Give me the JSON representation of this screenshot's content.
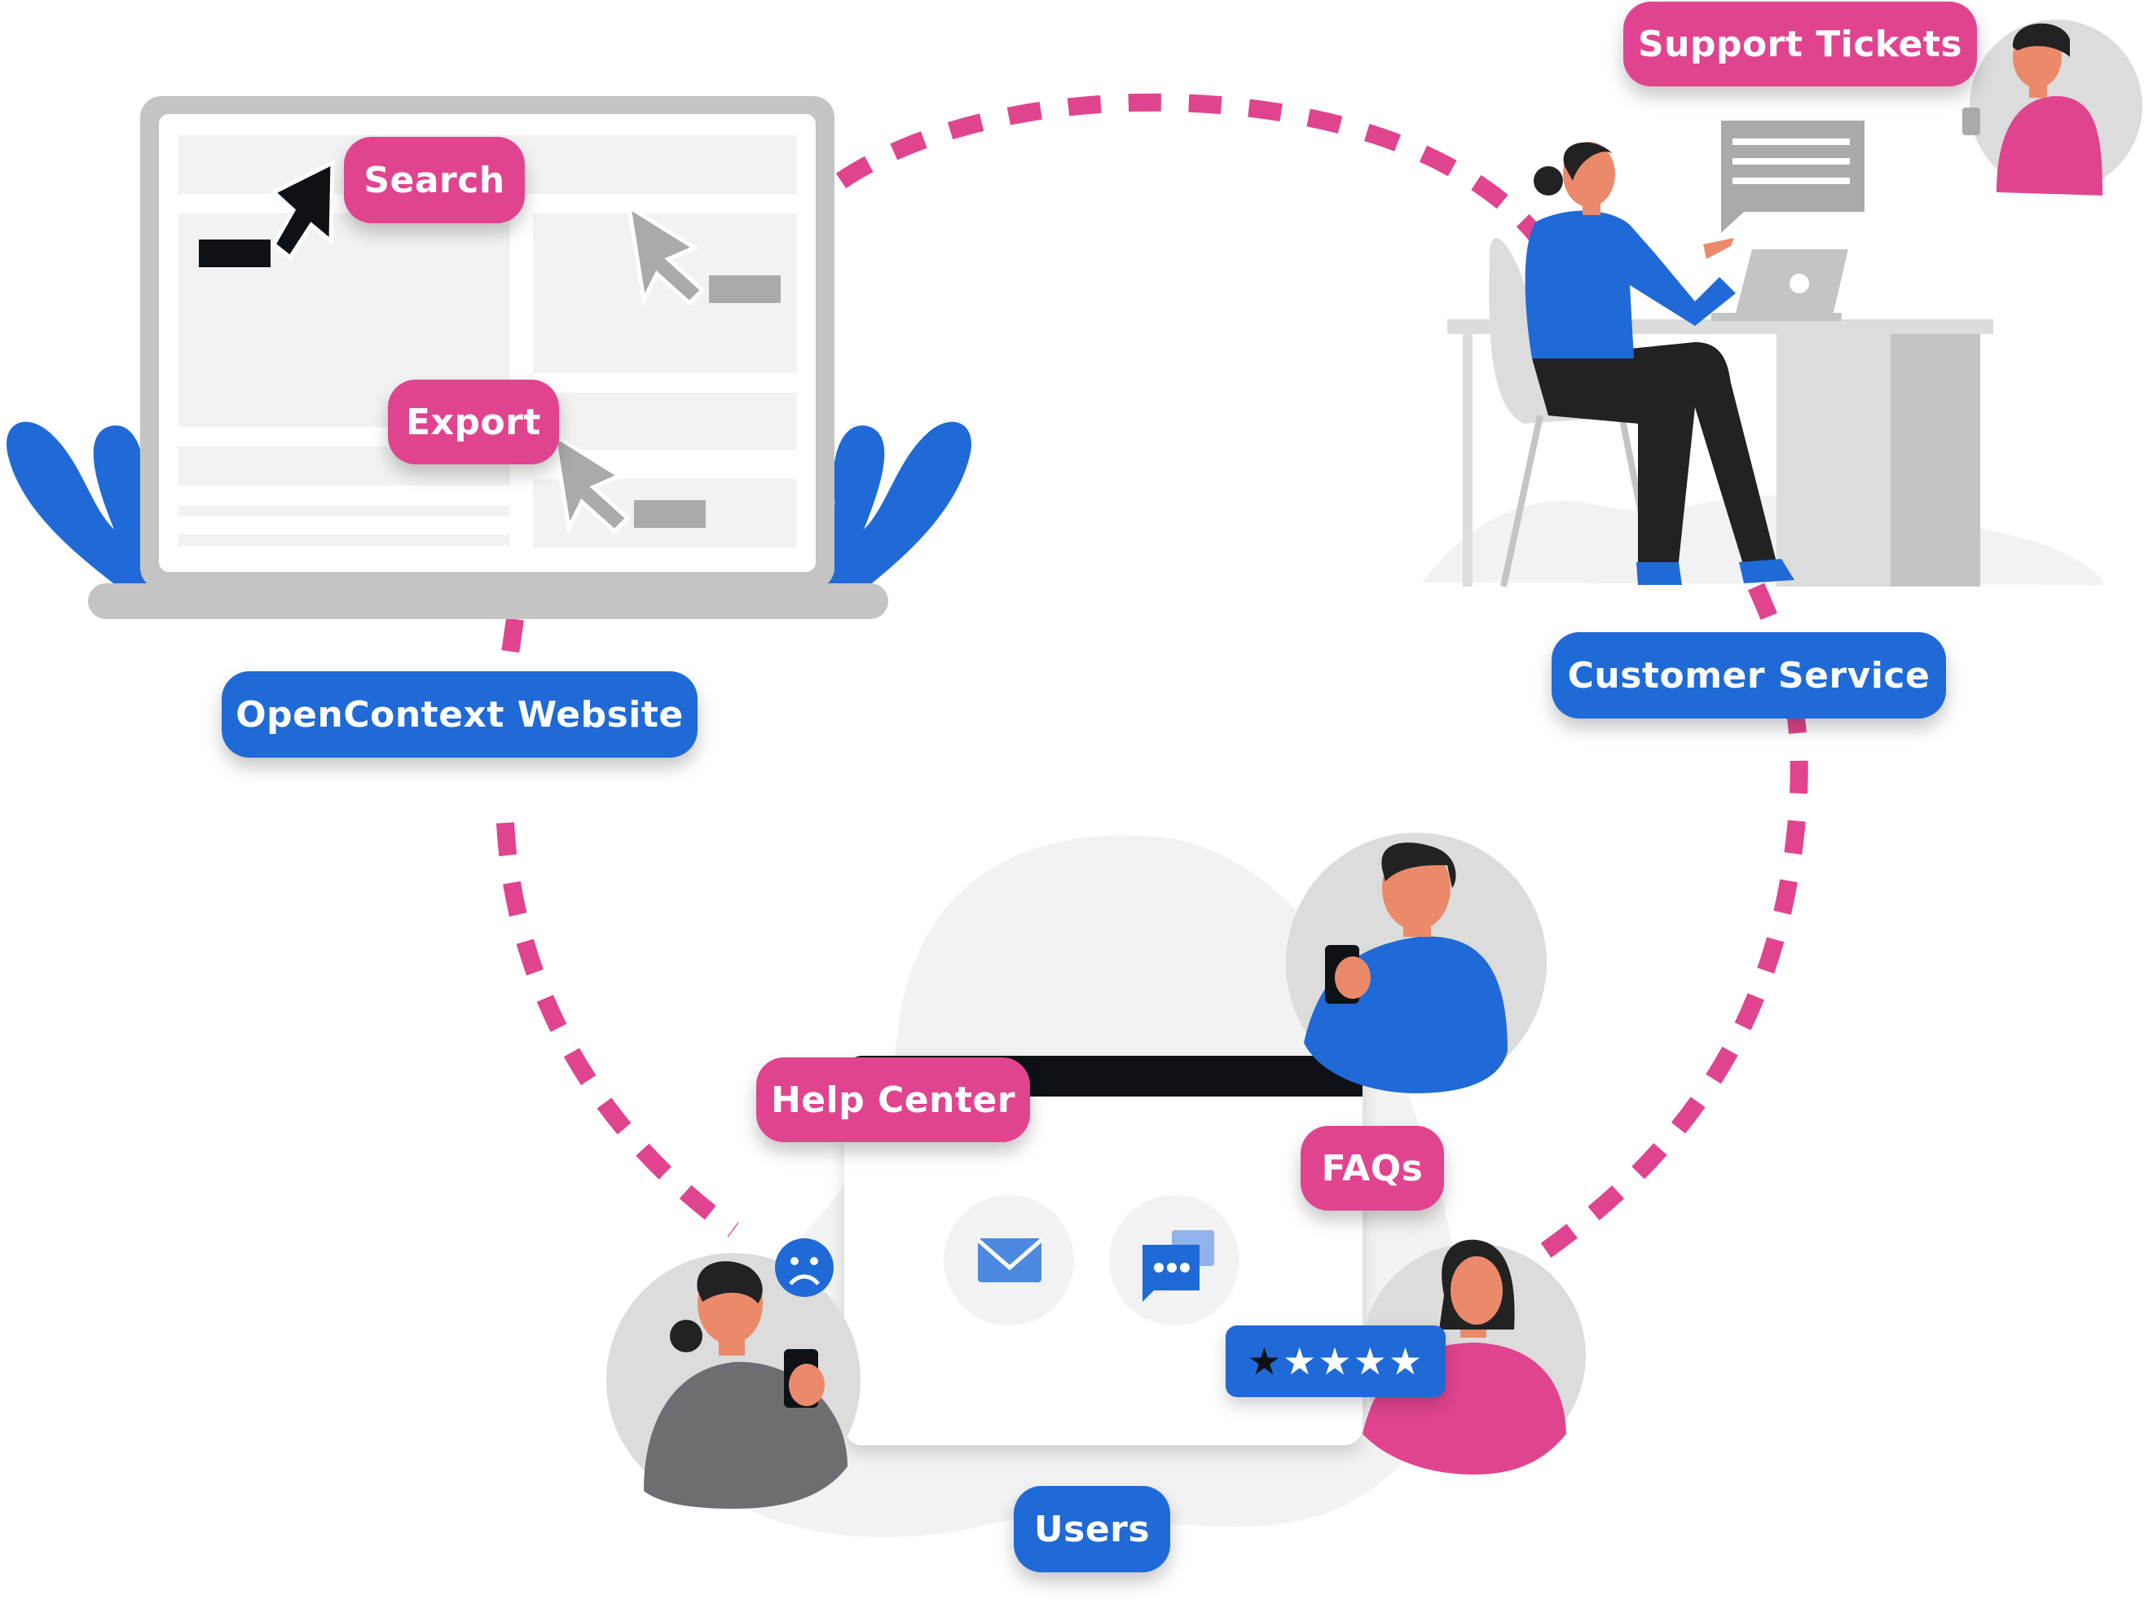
{
  "labels": {
    "search": "Search",
    "export": "Export",
    "website": "OpenContext Website",
    "support_tickets": "Support Tickets",
    "customer_service": "Customer Service",
    "help_center": "Help Center",
    "faqs": "FAQs",
    "users": "Users"
  },
  "rating": {
    "filled": 1,
    "total": 5,
    "filled_symbol": "★",
    "empty_symbol": "★"
  },
  "colors": {
    "pink": "#e0448f",
    "blue": "#1f6ad6",
    "dark": "#0e1116",
    "gray": "#c4c4c4",
    "light_gray": "#f2f2f2"
  },
  "icons": [
    "cursor-arrow-icon",
    "leaf-plant-icon",
    "mail-icon",
    "chat-bubbles-icon",
    "sad-face-icon",
    "laptop-icon",
    "speech-bubble-icon",
    "star-icon"
  ]
}
